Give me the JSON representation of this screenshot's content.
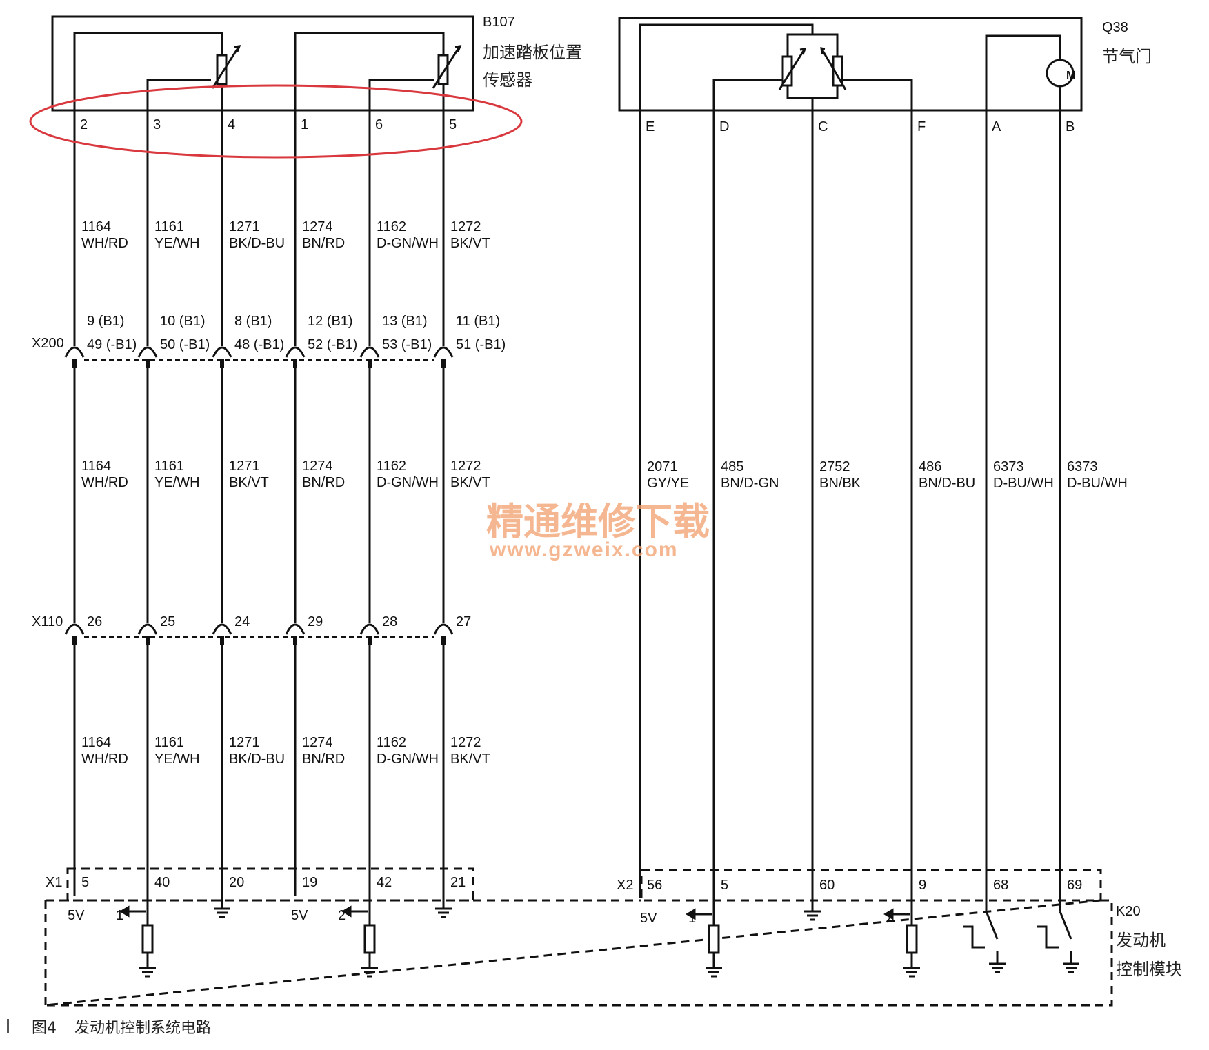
{
  "colors": {
    "wire": "#111111",
    "highlight": "#d9393e",
    "watermark": "#f2a06e"
  },
  "sensor_b107": {
    "ref": "B107",
    "name_line1": "加速踏板位置",
    "name_line2": "传感器",
    "pins": [
      "2",
      "3",
      "4",
      "1",
      "6",
      "5"
    ]
  },
  "throttle_q38": {
    "ref": "Q38",
    "name": "节气门",
    "motor": "M",
    "pins": [
      "E",
      "D",
      "C",
      "F",
      "A",
      "B"
    ]
  },
  "left_wires": {
    "upper": [
      {
        "num": "1164",
        "color": "WH/RD"
      },
      {
        "num": "1161",
        "color": "YE/WH"
      },
      {
        "num": "1271",
        "color": "BK/D-BU"
      },
      {
        "num": "1274",
        "color": "BN/RD"
      },
      {
        "num": "1162",
        "color": "D-GN/WH"
      },
      {
        "num": "1272",
        "color": "BK/VT"
      }
    ],
    "middle": [
      {
        "num": "1164",
        "color": "WH/RD"
      },
      {
        "num": "1161",
        "color": "YE/WH"
      },
      {
        "num": "1271",
        "color": "BK/VT"
      },
      {
        "num": "1274",
        "color": "BN/RD"
      },
      {
        "num": "1162",
        "color": "D-GN/WH"
      },
      {
        "num": "1272",
        "color": "BK/VT"
      }
    ],
    "lower": [
      {
        "num": "1164",
        "color": "WH/RD"
      },
      {
        "num": "1161",
        "color": "YE/WH"
      },
      {
        "num": "1271",
        "color": "BK/D-BU"
      },
      {
        "num": "1274",
        "color": "BN/RD"
      },
      {
        "num": "1162",
        "color": "D-GN/WH"
      },
      {
        "num": "1272",
        "color": "BK/VT"
      }
    ]
  },
  "connector_x200": {
    "name": "X200",
    "pins_b1": [
      "9 (B1)",
      "10 (B1)",
      "8 (B1)",
      "12 (B1)",
      "13 (B1)",
      "11 (B1)"
    ],
    "pins_nb1": [
      "49 (-B1)",
      "50 (-B1)",
      "48 (-B1)",
      "52 (-B1)",
      "53 (-B1)",
      "51 (-B1)"
    ]
  },
  "connector_x110": {
    "name": "X110",
    "pins": [
      "26",
      "25",
      "24",
      "29",
      "28",
      "27"
    ]
  },
  "connector_x1": {
    "name": "X1",
    "pins": [
      "5",
      "40",
      "20",
      "19",
      "42",
      "21"
    ]
  },
  "right_wires": [
    {
      "num": "2071",
      "color": "GY/YE"
    },
    {
      "num": "485",
      "color": "BN/D-GN"
    },
    {
      "num": "2752",
      "color": "BN/BK"
    },
    {
      "num": "486",
      "color": "BN/D-BU"
    },
    {
      "num": "6373",
      "color": "D-BU/WH"
    },
    {
      "num": "6373",
      "color": "D-BU/WH"
    }
  ],
  "connector_x2": {
    "name": "X2",
    "pins": [
      "56",
      "5",
      "60",
      "9",
      "68",
      "69"
    ]
  },
  "ecm_k20": {
    "ref": "K20",
    "name_line1": "发动机",
    "name_line2": "控制模块",
    "v5": "5V",
    "n1": "1",
    "n2": "2"
  },
  "watermark": {
    "line1": "精通维修下载",
    "line2": "www.gzweix.com"
  },
  "caption": {
    "fig": "图4",
    "title": "发动机控制系统电路"
  }
}
